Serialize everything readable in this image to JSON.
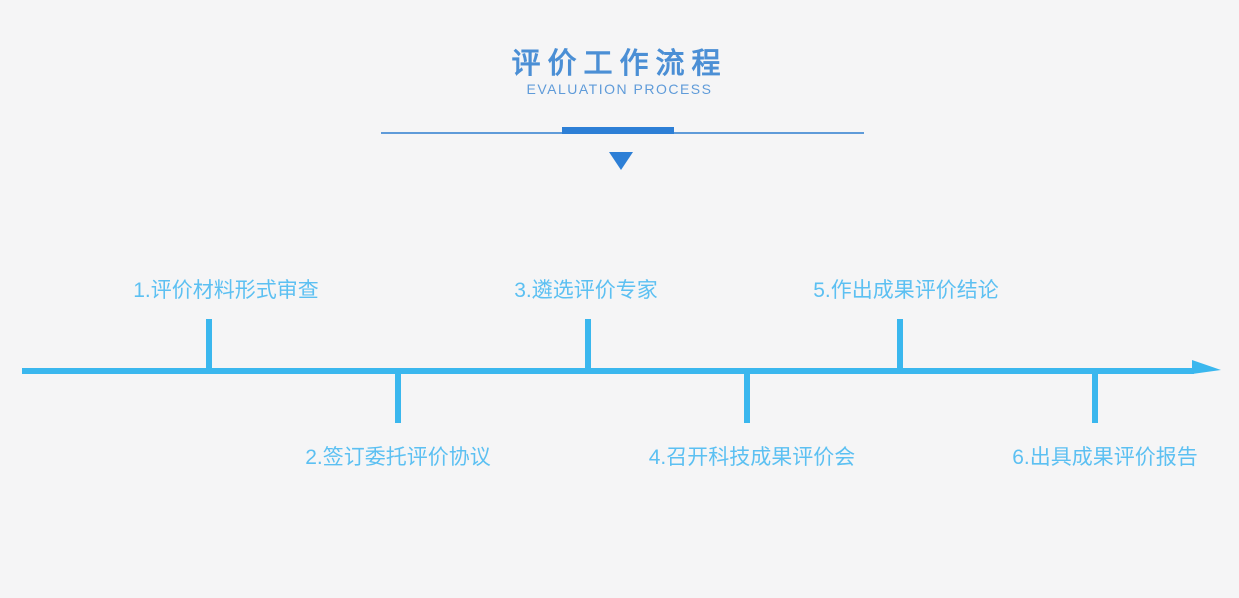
{
  "colors": {
    "background": "#f5f5f6",
    "title": "#4b8fd5",
    "subtitle": "#5f9bd9",
    "accent": "#2d7fd6",
    "timeline": "#3ab7ee",
    "label": "#5cc0f2"
  },
  "header": {
    "title": "评价工作流程",
    "subtitle": "EVALUATION PROCESS"
  },
  "timeline": {
    "steps": [
      {
        "label": "1.评价材料形式审查",
        "position": "above"
      },
      {
        "label": "2.签订委托评价协议",
        "position": "below"
      },
      {
        "label": "3.遴选评价专家",
        "position": "above"
      },
      {
        "label": "4.召开科技成果评价会",
        "position": "below"
      },
      {
        "label": "5.作出成果评价结论",
        "position": "above"
      },
      {
        "label": "6.出具成果评价报告",
        "position": "below"
      }
    ]
  }
}
